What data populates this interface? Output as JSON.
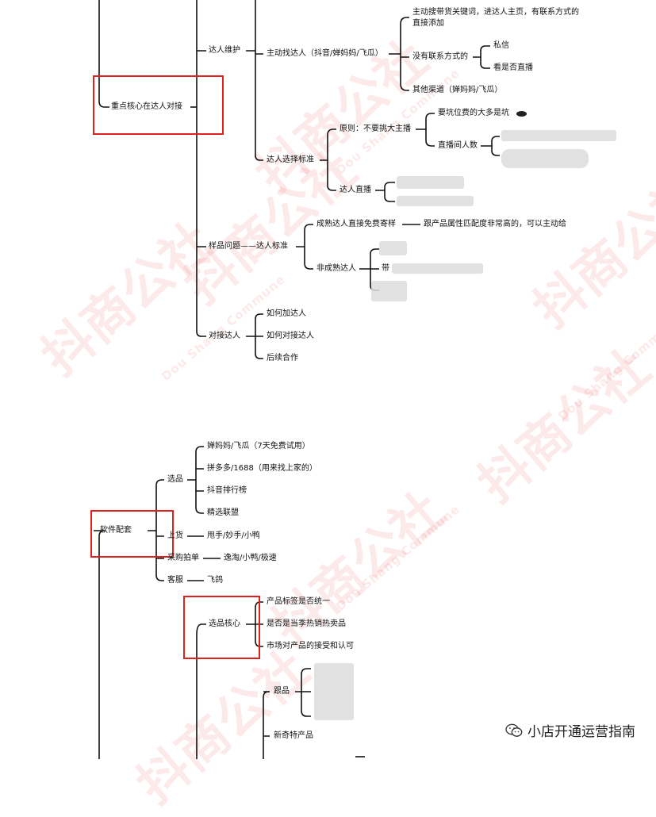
{
  "watermark": {
    "cn": "抖商公社",
    "en": "Dou Shang Commune"
  },
  "top_section": {
    "main_label": "重点核心在达人对接",
    "daren_weihu": "达人维护",
    "zhudong": "主动找达人（抖音/婵妈妈/飞瓜）",
    "search_add": "主动搜带货关键词，进达人主页，有联系方式的",
    "search_add_2": "直接添加",
    "no_contact": "没有联系方式的",
    "private_msg": "私信",
    "check_live": "看是否直播",
    "other_channel": "其他渠道（婵妈妈/飞瓜）",
    "select_std": "达人选择标准",
    "principle": "原则：不要挑大主播",
    "pit_fee": "要坑位费的大多是坑",
    "live_viewers": "直播间人数",
    "daren_live": "达人直播",
    "sample_issue": "样品问题——达人标准",
    "mature_free": "成熟达人直接免费寄样",
    "mature_note": "跟产品属性匹配度非常高的，可以主动给",
    "not_mature": "非成熟达人",
    "dai": "带",
    "connect": "对接达人",
    "how_add": "如何加达人",
    "how_connect": "如何对接达人",
    "followup": "后续合作"
  },
  "bottom_section": {
    "software": "软件配套",
    "xuanpin": "选品",
    "chanmama": "婵妈妈/飞瓜（7天免费试用）",
    "pdd": "拼多多/1688（用来找上家的）",
    "douyin_rank": "抖音排行榜",
    "jingxuan": "精选联盟",
    "shanghuo": "上货",
    "shanghuo_tools": "甩手/妙手/小鸭",
    "caigou": "采购拍单",
    "caigou_tools": "逸淘/小鸭/极速",
    "kefu": "客服",
    "kefu_tool": "飞鸽",
    "core": "选品核心",
    "tag_unified": "产品标签是否统一",
    "hot_season": "是否是当季热销热卖品",
    "market_accept": "市场对产品的接受和认可",
    "genpin": "跟品",
    "new_product": "新奇特产品"
  },
  "footer": {
    "text": "小店开通运营指南",
    "icon": "wechat-icon"
  }
}
